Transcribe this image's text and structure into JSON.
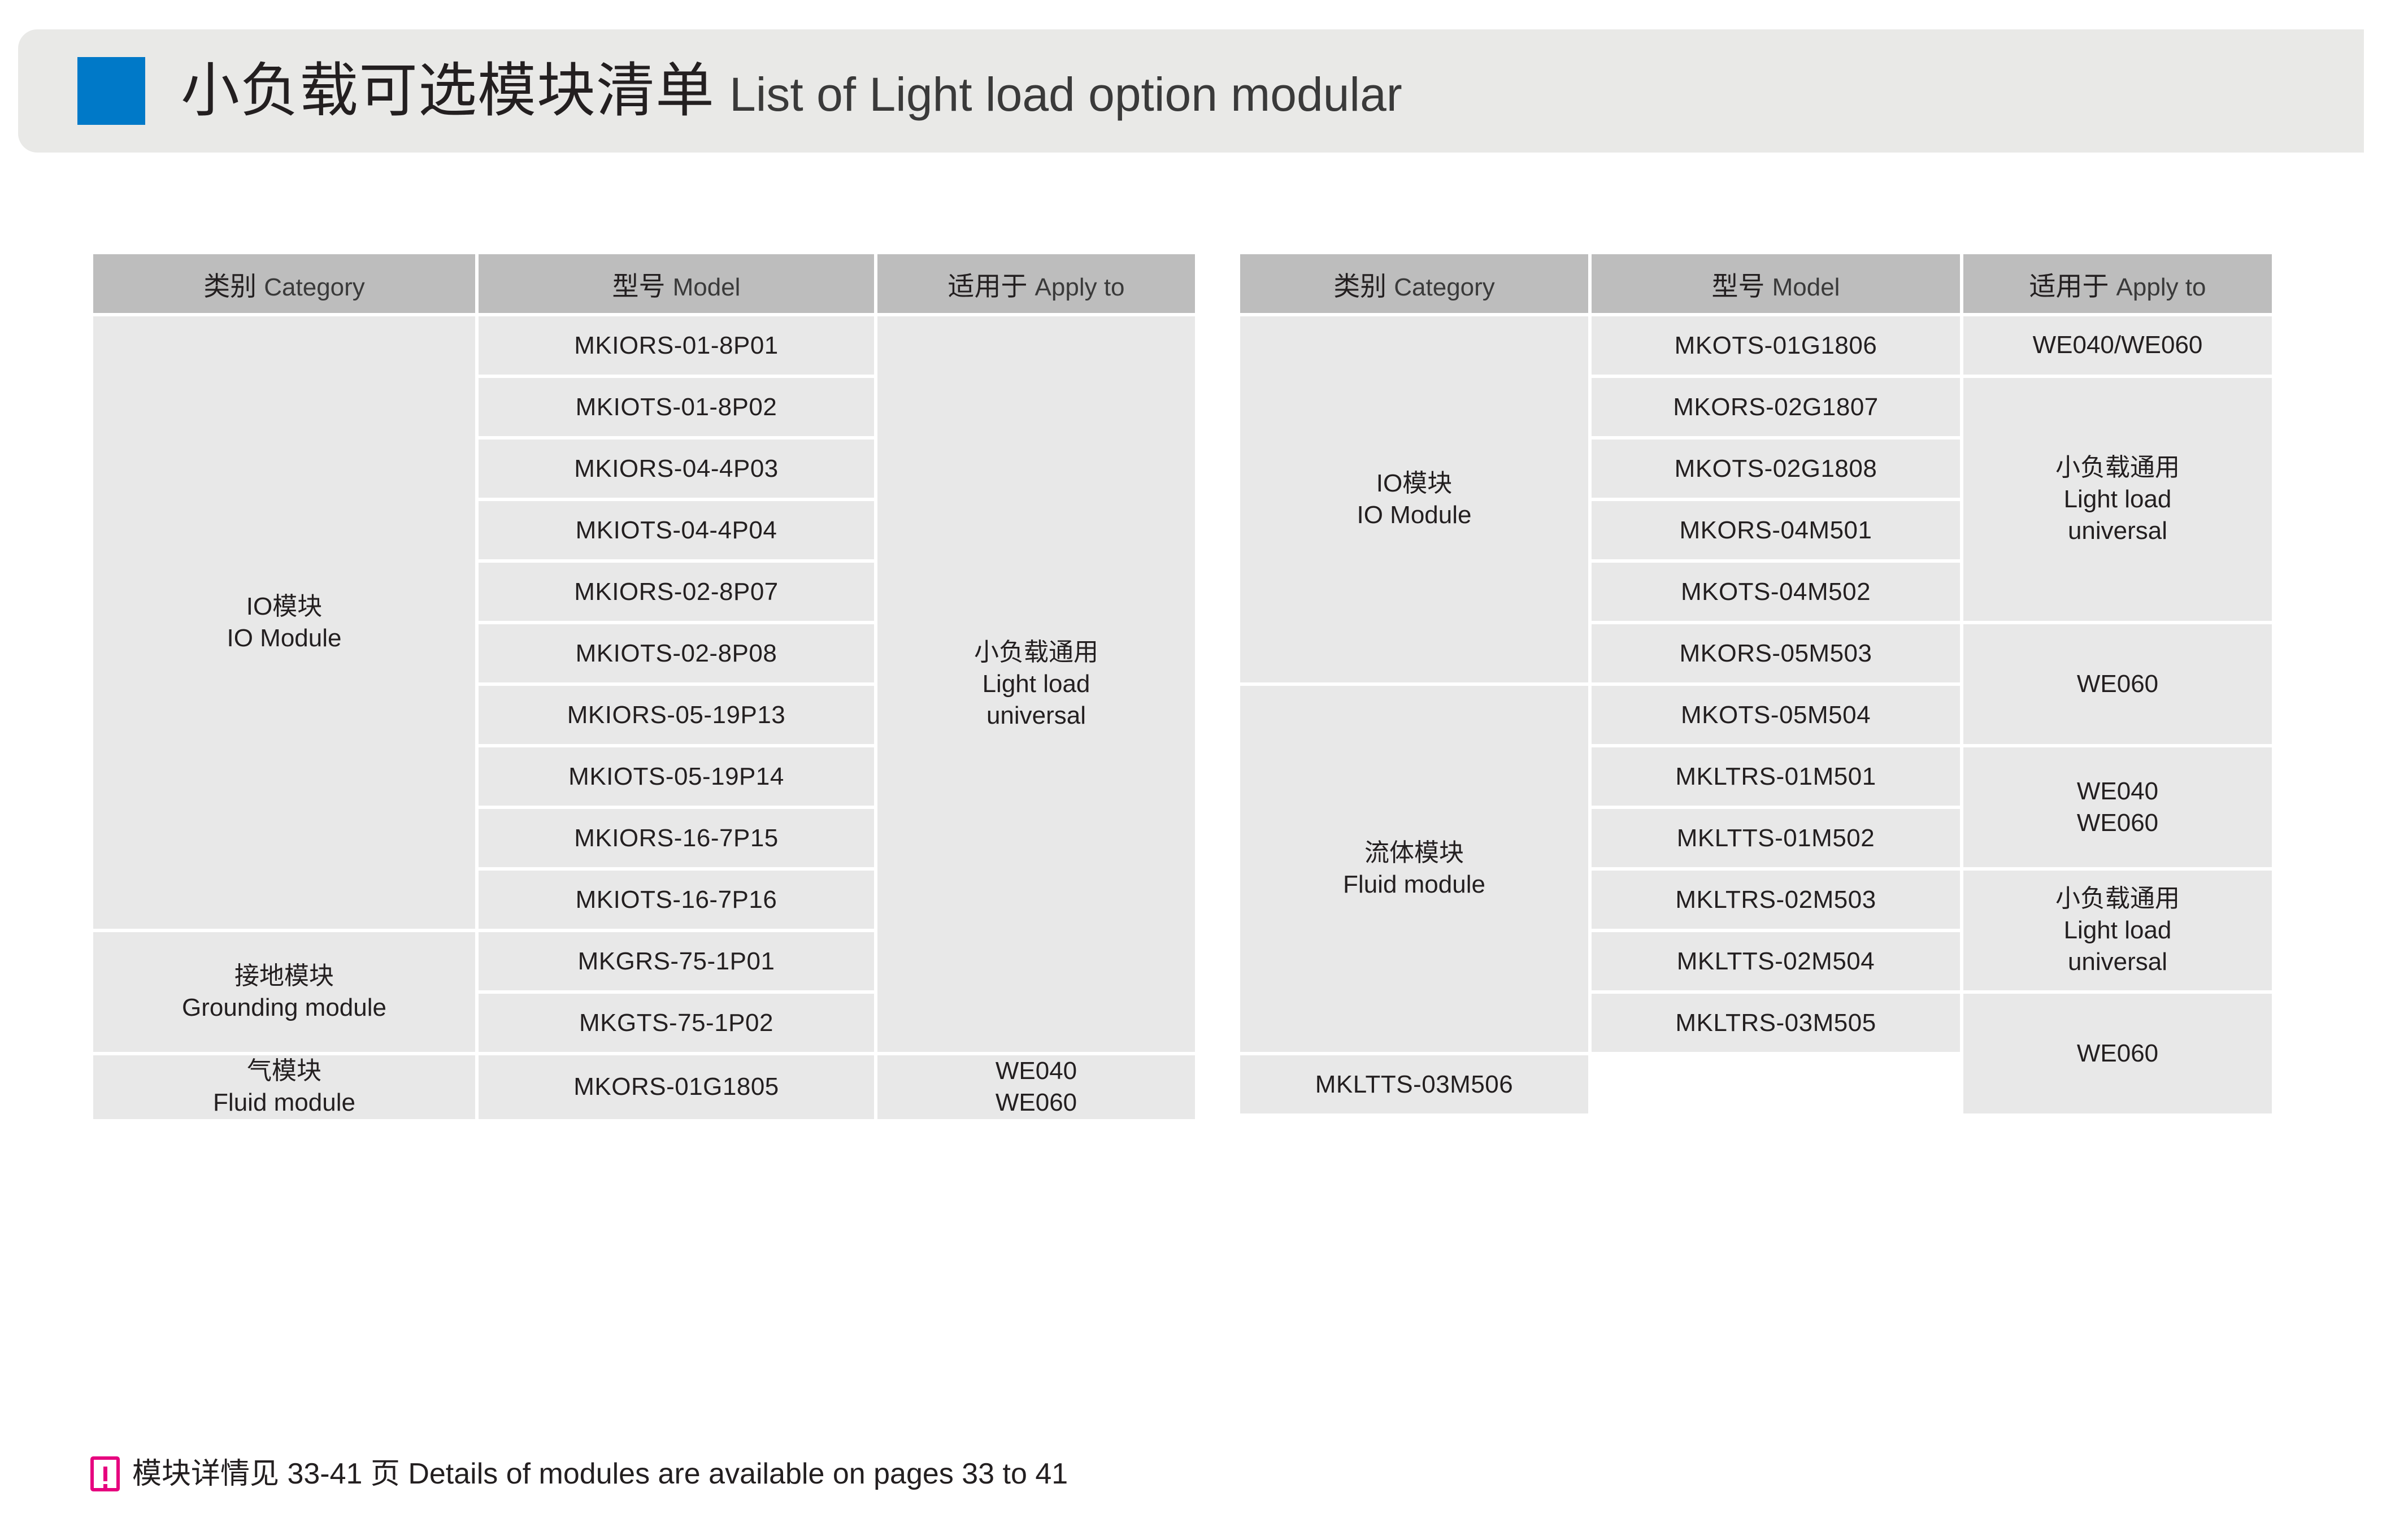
{
  "header": {
    "title_cn": "小负载可选模块清单",
    "title_en": "List of Light load option modular",
    "marker_color": "#0079c8",
    "band_color": "#e9e9e7"
  },
  "columns": {
    "category_cn": "类别",
    "category_en": "Category",
    "model_cn": "型号",
    "model_en": "Model",
    "apply_cn": "适用于",
    "apply_en": "Apply to"
  },
  "left_table": {
    "categories": [
      {
        "cn": "IO模块",
        "en": "IO Module",
        "rows": 10
      },
      {
        "cn": "接地模块",
        "en": "Grounding module",
        "rows": 2
      },
      {
        "cn": "气模块",
        "en": "Fluid module",
        "rows": 1
      }
    ],
    "models": [
      "MKIORS-01-8P01",
      "MKIOTS-01-8P02",
      "MKIORS-04-4P03",
      "MKIOTS-04-4P04",
      "MKIORS-02-8P07",
      "MKIOTS-02-8P08",
      "MKIORS-05-19P13",
      "MKIOTS-05-19P14",
      "MKIORS-16-7P15",
      "MKIOTS-16-7P16",
      "MKGRS-75-1P01",
      "MKGTS-75-1P02",
      "MKORS-01G1805"
    ],
    "apply": [
      {
        "text": "小负载通用\nLight load\nuniversal",
        "rows": 12
      },
      {
        "text": "WE040\nWE060",
        "rows": 1
      }
    ]
  },
  "right_table": {
    "categories": [
      {
        "cn": "IO模块",
        "en": "IO Module",
        "rows": 6
      },
      {
        "cn": "流体模块",
        "en": "Fluid module",
        "rows": 6
      }
    ],
    "models": [
      "MKOTS-01G1806",
      "MKORS-02G1807",
      "MKOTS-02G1808",
      "MKORS-04M501",
      "MKOTS-04M502",
      "MKORS-05M503",
      "MKOTS-05M504",
      "MKLTRS-01M501",
      "MKLTTS-01M502",
      "MKLTRS-02M503",
      "MKLTTS-02M504",
      "MKLTRS-03M505",
      "MKLTTS-03M506"
    ],
    "apply": [
      {
        "text": "WE040/WE060",
        "rows": 1
      },
      {
        "text": "小负载通用\nLight load\nuniversal",
        "rows": 4
      },
      {
        "text": "WE060",
        "rows": 2
      },
      {
        "text": "WE040\nWE060",
        "rows": 2
      },
      {
        "text": "小负载通用\nLight load\nuniversal",
        "rows": 2
      },
      {
        "text": "WE060",
        "rows": 2
      }
    ]
  },
  "note": {
    "icon": "exclamation-icon",
    "icon_color": "#e6007e",
    "text": "模块详情见 33-41 页 Details of modules are available on pages 33 to 41"
  }
}
